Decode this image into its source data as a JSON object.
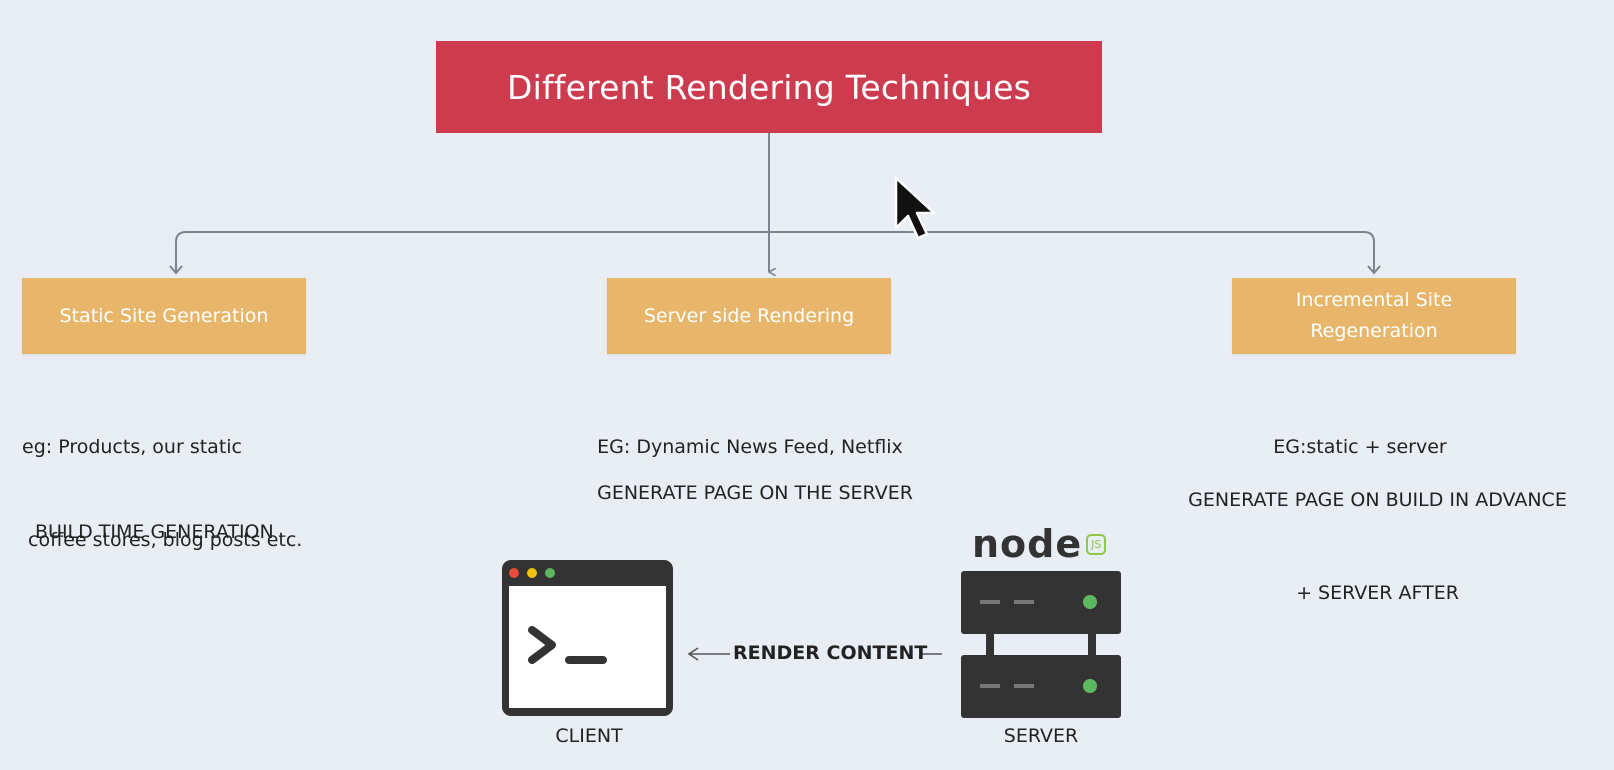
{
  "title": "Different Rendering Techniques",
  "categories": [
    {
      "label": "Static Site Generation",
      "desc_lines": [
        "eg: Products, our static",
        " coffee stores, blog posts etc."
      ],
      "note_lines": [
        "BUILD TIME GENERATION"
      ]
    },
    {
      "label": "Server side Rendering",
      "desc_lines": [
        "EG: Dynamic News Feed, Netflix"
      ],
      "note_lines": [
        "GENERATE PAGE ON THE SERVER"
      ]
    },
    {
      "label_lines": [
        "Incremental Site",
        "Regeneration"
      ],
      "desc_lines": [
        "EG:static + server"
      ],
      "note_lines": [
        "GENERATE PAGE ON BUILD IN ADVANCE",
        "+ SERVER AFTER"
      ]
    }
  ],
  "flow": {
    "arrow_label": "RENDER CONTENT",
    "client_label": "CLIENT",
    "server_label": "SERVER",
    "server_logo_text": "node",
    "server_logo_badge": "JS"
  },
  "colors": {
    "title_bg": "#cd3b4e",
    "category_bg": "#e8b66a",
    "line": "#7b8590",
    "node_green": "#8cc84b"
  }
}
